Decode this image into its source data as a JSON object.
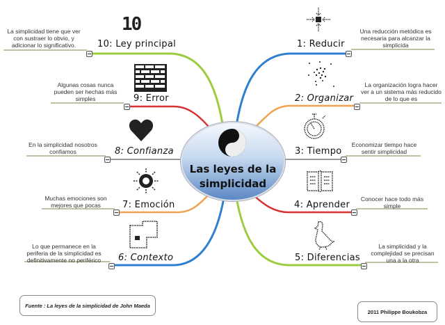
{
  "center": {
    "title": "Las leyes de la simplicidad"
  },
  "laws": [
    {
      "label": "1: Reducir",
      "desc": "Una reducción metódica es necesaria para alcanzar la simplicida",
      "icon": "arrows-converge-icon",
      "color": "#2f7fd0"
    },
    {
      "label": "2: Organizar",
      "desc": "La organización logra hacer ver a un sistema más reducido de lo que es",
      "icon": "scattered-dots-icon",
      "color": "#f0a050"
    },
    {
      "label": "3: Tiempo",
      "desc": "Economizar tiempo hace sentir simplicidad",
      "icon": "stopwatch-icon",
      "color": "#888888"
    },
    {
      "label": "4: Aprender",
      "desc": "Conocer hace todo más simple",
      "icon": "open-book-icon",
      "color": "#d93030"
    },
    {
      "label": "5: Diferencias",
      "desc": "La simplicidad y la complejidad se precisan una a la otra",
      "icon": "duck-icon",
      "color": "#9acd40"
    },
    {
      "label": "6: Contexto",
      "desc": "Lo que permanece en la periferia de la simplicidad es definitivamente no periférico",
      "icon": "context-shape-icon",
      "color": "#2f7fd0"
    },
    {
      "label": "7: Emoción",
      "desc": "Muchas emociones son mejores que pocas",
      "icon": "burst-icon",
      "color": "#f0a050"
    },
    {
      "label": "8: Confianza",
      "desc": "En la simplicidad nosotros confiamos",
      "icon": "heart-icon",
      "color": "#888888"
    },
    {
      "label": "9: Error",
      "desc": "Algunas cosas nunca pueden ser hechas más simples",
      "icon": "brick-wall-icon",
      "color": "#d93030"
    },
    {
      "label": "10: Ley principal",
      "desc": "La simplicidad tiene que ver con sustraer lo obvio, y adicionar lo significativo.",
      "icon": "ten-icon",
      "color": "#9acd40",
      "icon_text": "10"
    }
  ],
  "footer": {
    "source": "Fuente : La leyes de la simplicidad de John Maeda",
    "credit": "2011 Philippe Boukobza"
  }
}
